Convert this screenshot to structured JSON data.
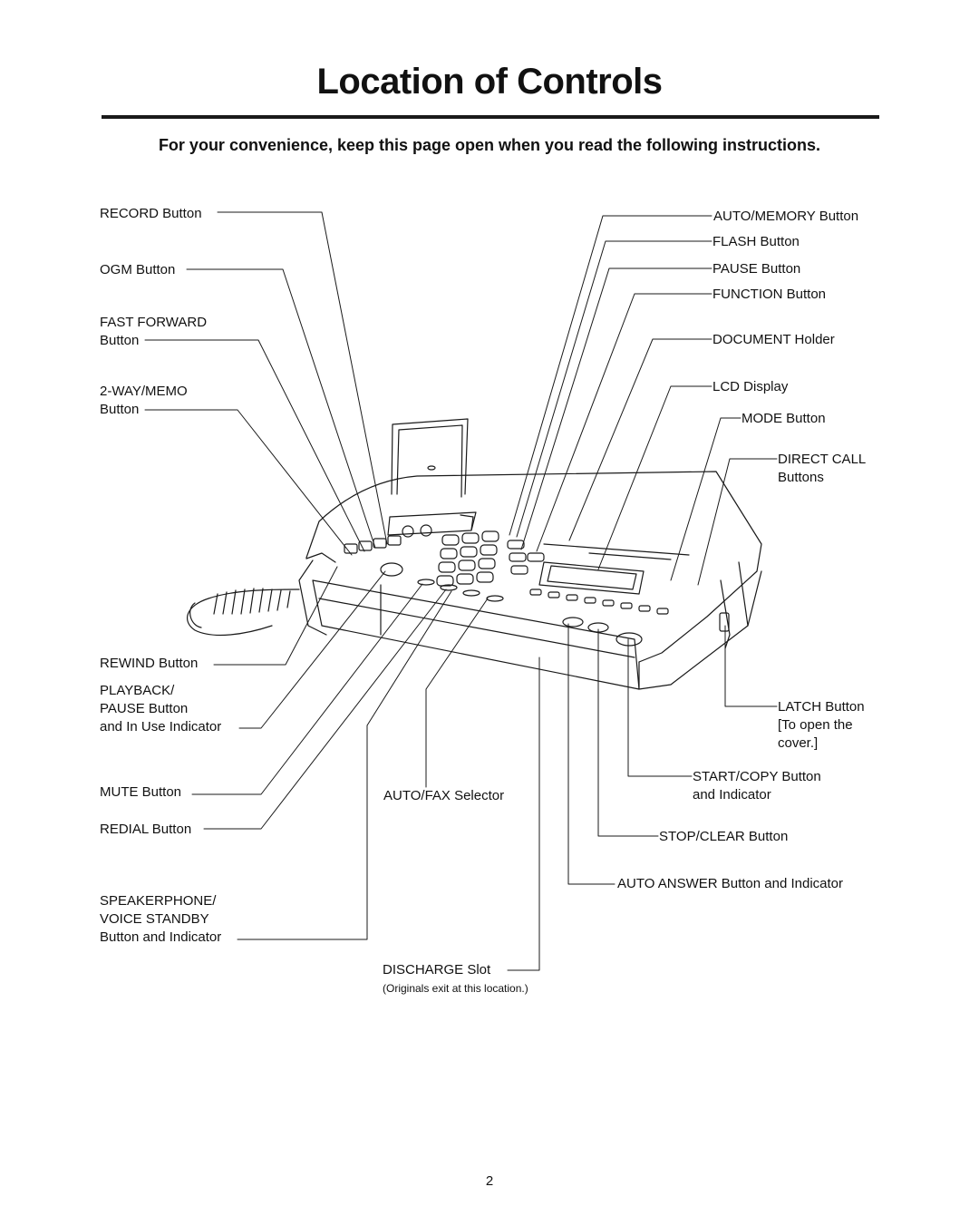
{
  "title": "Location of Controls",
  "subtitle": "For your convenience, keep this page open when you read the following instructions.",
  "labels": {
    "record": "RECORD Button",
    "ogm": "OGM Button",
    "fast_forward": "FAST FORWARD\nButton",
    "two_way": "2-WAY/MEMO\nButton",
    "rewind": "REWIND Button",
    "playback": "PLAYBACK/\nPAUSE Button\nand In Use Indicator",
    "mute": "MUTE Button",
    "redial": "REDIAL Button",
    "speakerphone": "SPEAKERPHONE/\nVOICE STANDBY\nButton and Indicator",
    "auto_fax": "AUTO/FAX Selector",
    "discharge": "DISCHARGE Slot",
    "discharge_note": "(Originals exit at this location.)",
    "auto_memory": "AUTO/MEMORY Button",
    "flash": "FLASH Button",
    "pause": "PAUSE Button",
    "function": "FUNCTION Button",
    "document": "DOCUMENT Holder",
    "lcd": "LCD Display",
    "mode": "MODE Button",
    "direct_call": "DIRECT CALL\nButtons",
    "latch": "LATCH Button\n[To open the\ncover.]",
    "start_copy": "START/COPY Button\nand Indicator",
    "stop_clear": "STOP/CLEAR Button",
    "auto_answer": "AUTO ANSWER Button and Indicator"
  },
  "page_number": "2"
}
